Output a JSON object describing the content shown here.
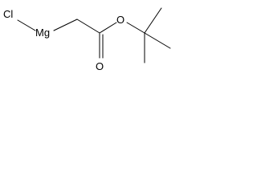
{
  "molecule": {
    "atoms": {
      "chlorine": "Cl",
      "magnesium": "Mg",
      "carbonyl_oxygen": "O",
      "ester_oxygen": "O"
    }
  },
  "colors": {
    "line": "#000000",
    "background": "#ffffff"
  }
}
